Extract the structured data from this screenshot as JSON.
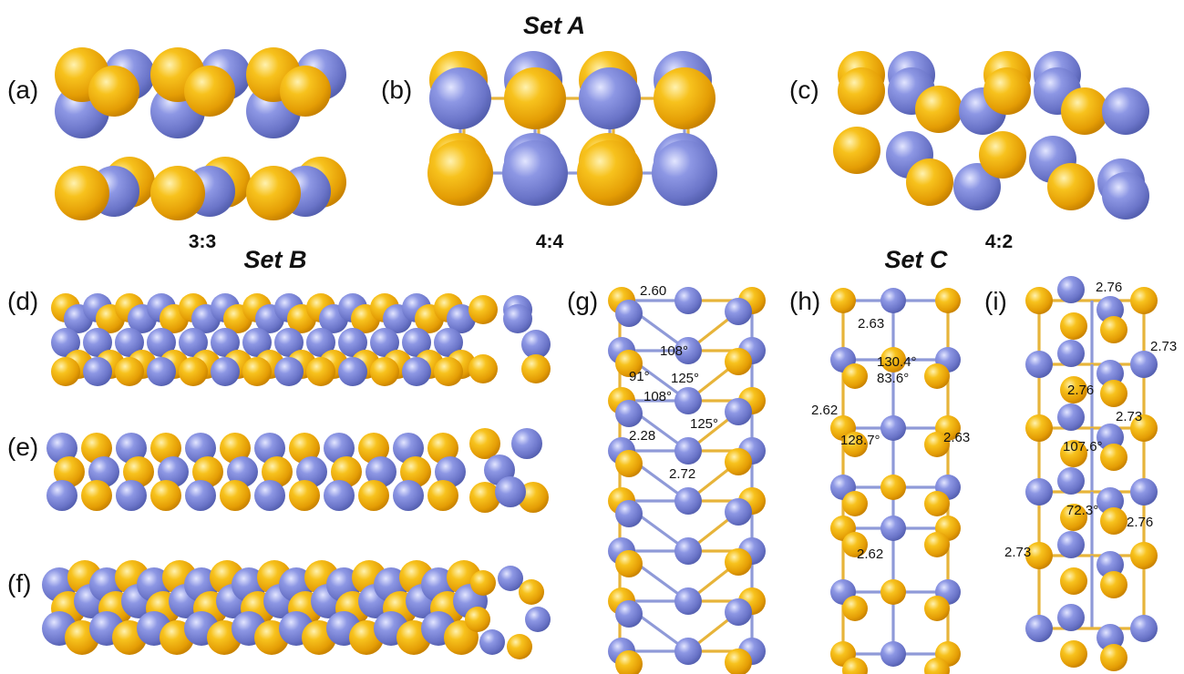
{
  "titles": {
    "set_a": "Set A",
    "set_b": "Set B",
    "set_c": "Set C"
  },
  "panels": {
    "a": {
      "label": "(a)",
      "ratio": "3:3"
    },
    "b": {
      "label": "(b)",
      "ratio": "4:4"
    },
    "c": {
      "label": "(c)",
      "ratio": "4:2"
    },
    "d": {
      "label": "(d)"
    },
    "e": {
      "label": "(e)"
    },
    "f": {
      "label": "(f)"
    },
    "g": {
      "label": "(g)",
      "annotations": [
        "2.60",
        "108°",
        "91°",
        "125°",
        "108°",
        "125°",
        "2.28",
        "2.72"
      ]
    },
    "h": {
      "label": "(h)",
      "annotations": [
        "2.63",
        "130.4°",
        "83.6°",
        "2.62",
        "128.7°",
        "2.63",
        "2.62"
      ]
    },
    "i": {
      "label": "(i)",
      "annotations": [
        "2.76",
        "2.73",
        "2.76",
        "2.73",
        "107.6°",
        "72.3°",
        "2.76",
        "2.73"
      ]
    }
  },
  "colors": {
    "atom_gold": "#f4ac0c",
    "atom_blue": "#7b86d8",
    "bond_gold": "#e7b43a",
    "bond_blue": "#8f9ad8"
  }
}
